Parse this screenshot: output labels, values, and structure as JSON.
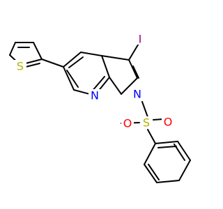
{
  "molecule": {
    "atoms": {
      "iodine": {
        "symbol": "I",
        "color": "#940094"
      },
      "sulfur_thiophene": {
        "symbol": "S",
        "color": "#B2B200"
      },
      "nitrogen_pyridine": {
        "symbol": "N",
        "color": "#0000FF"
      },
      "nitrogen_pyrrole": {
        "symbol": "N",
        "color": "#0000FF"
      },
      "sulfur_sulfonyl": {
        "symbol": "S",
        "color": "#B2B200"
      },
      "oxygen_left": {
        "symbol": "O",
        "color": "#FF0000"
      },
      "oxygen_right": {
        "symbol": "O",
        "color": "#FF0000"
      }
    },
    "bond_color": "#000000"
  }
}
